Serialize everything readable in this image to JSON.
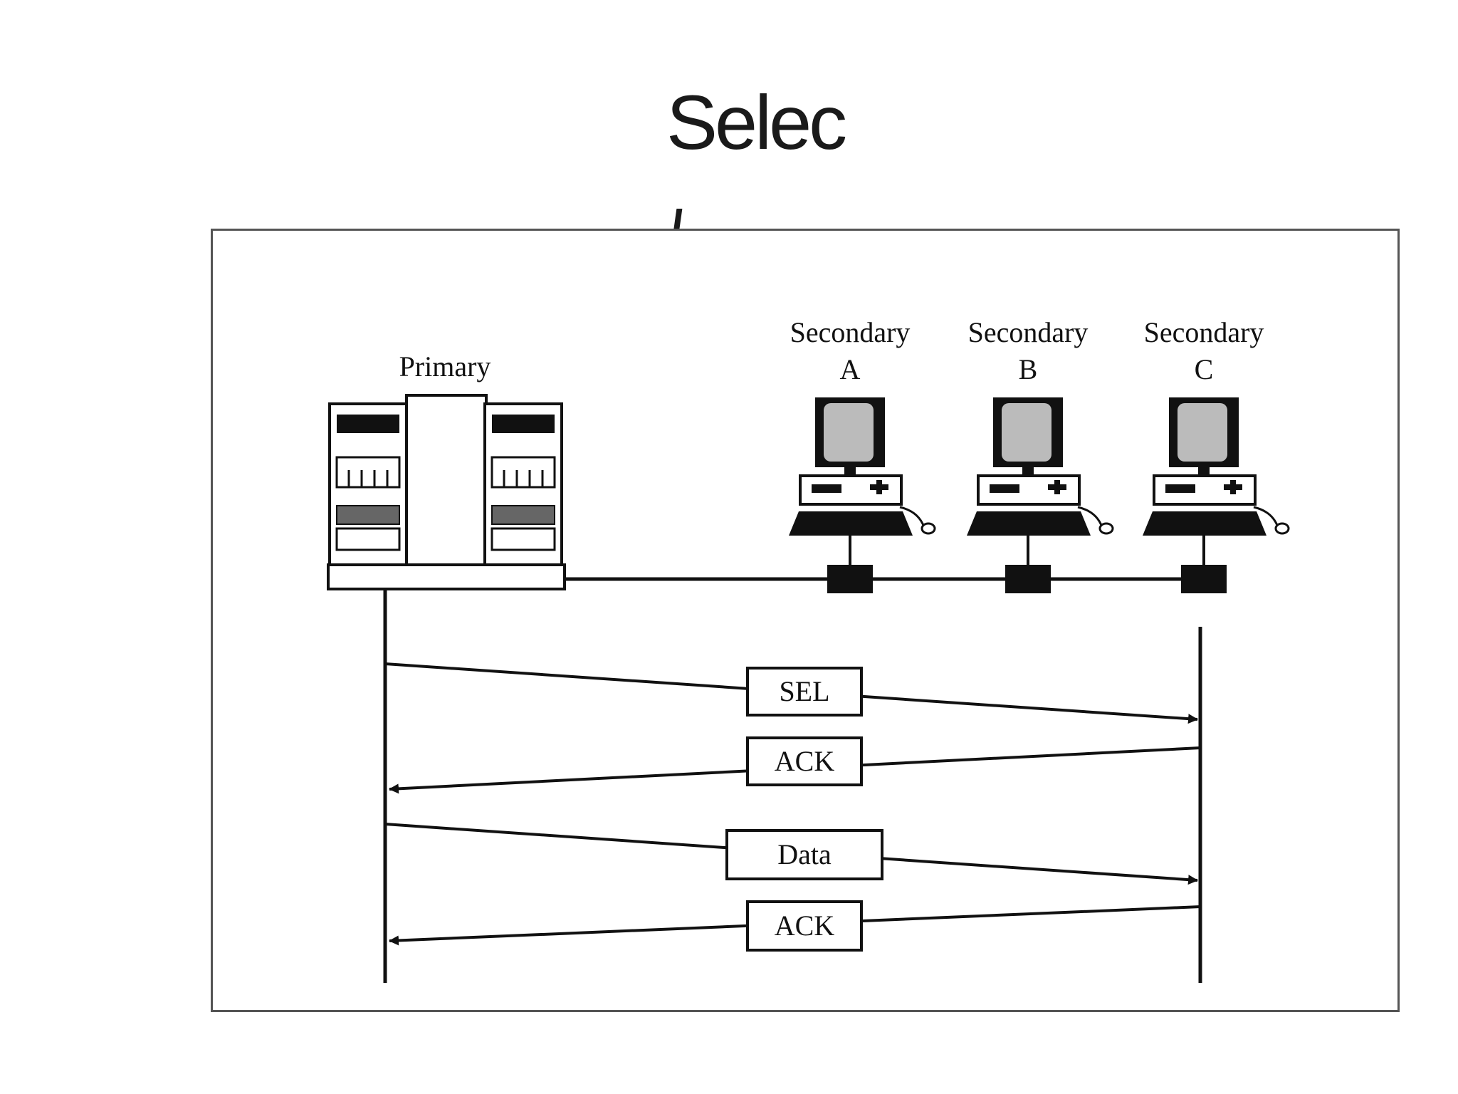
{
  "slide": {
    "title": "Selec"
  },
  "diagram": {
    "primary_label": "Primary",
    "secondaries": [
      {
        "line1": "Secondary",
        "line2": "A"
      },
      {
        "line1": "Secondary",
        "line2": "B"
      },
      {
        "line1": "Secondary",
        "line2": "C"
      }
    ],
    "messages": [
      {
        "label": "SEL",
        "direction": "primary-to-secondary"
      },
      {
        "label": "ACK",
        "direction": "secondary-to-primary"
      },
      {
        "label": "Data",
        "direction": "primary-to-secondary"
      },
      {
        "label": "ACK",
        "direction": "secondary-to-primary"
      }
    ]
  },
  "colors": {
    "ink": "#111111",
    "frame": "#555555",
    "background": "#ffffff"
  }
}
